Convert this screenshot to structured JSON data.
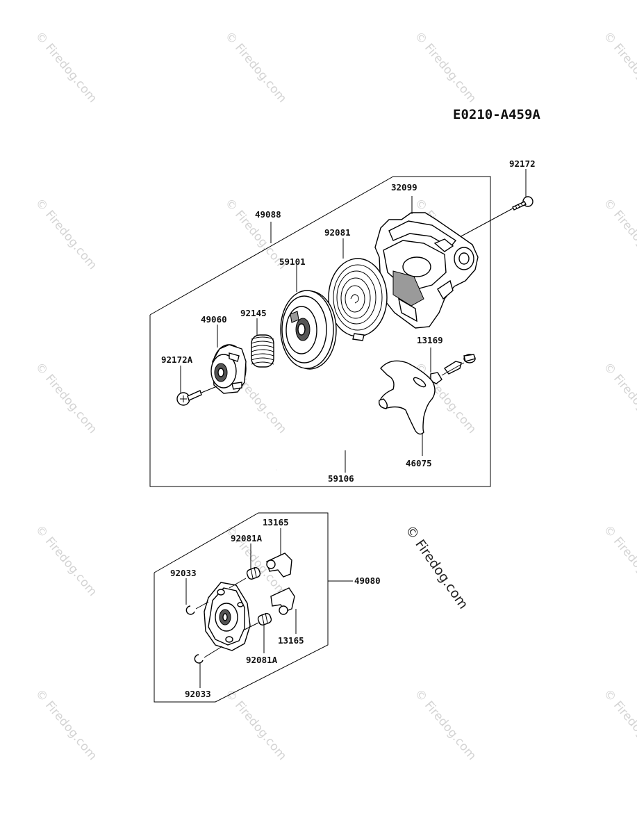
{
  "diagram_code": "E0210-A459A",
  "watermark_text": "© Firedog.com",
  "watermark_large_text": "© Firedog.com",
  "part_labels": {
    "p92172": "92172",
    "p32099": "32099",
    "p49088": "49088",
    "p92081": "92081",
    "p59101": "59101",
    "p49060": "49060",
    "p92145": "92145",
    "p92172A": "92172A",
    "p13169": "13169",
    "p46075": "46075",
    "p59106": "59106",
    "p13165a": "13165",
    "p92081Aa": "92081A",
    "p92033a": "92033",
    "p49080": "49080",
    "p13165b": "13165",
    "p92081Ab": "92081A",
    "p92033b": "92033"
  },
  "colors": {
    "line": "#000000",
    "watermark": "#d4d4d4",
    "background": "#ffffff"
  }
}
